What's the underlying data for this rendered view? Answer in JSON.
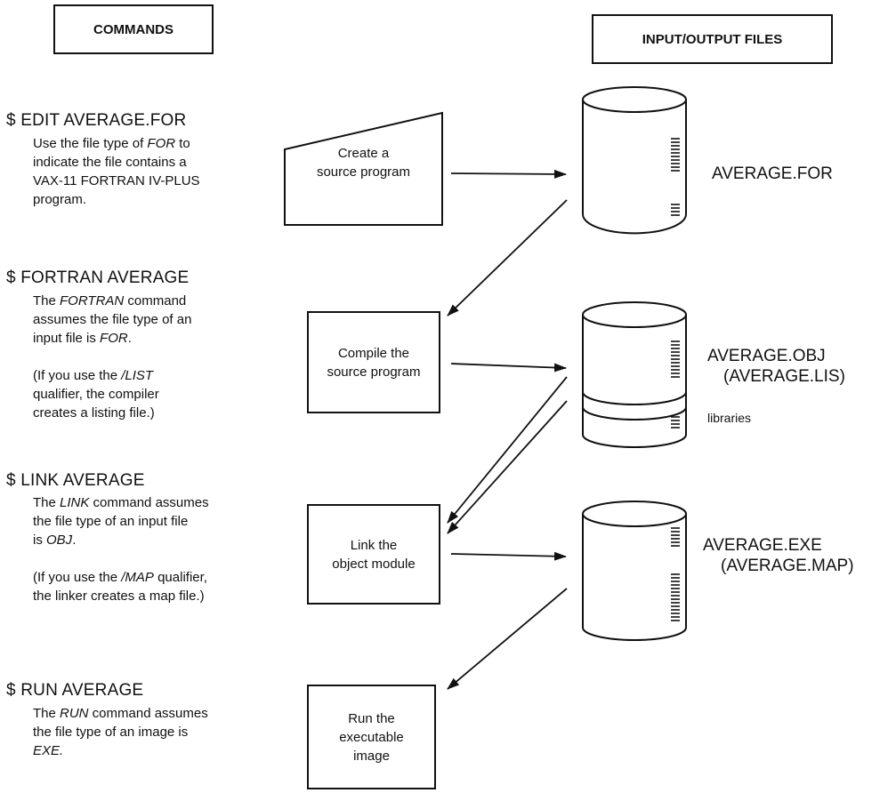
{
  "headers": {
    "commands": "COMMANDS",
    "files": "INPUT/OUTPUT FILES"
  },
  "steps": [
    {
      "command": "$ EDIT AVERAGE.FOR",
      "desc": [
        [
          "Use the file type of ",
          "FOR",
          " to"
        ],
        [
          "indicate the file contains a"
        ],
        [
          "VAX-11 FORTRAN IV-PLUS"
        ],
        [
          "program."
        ]
      ],
      "process": [
        "Create a",
        "source program"
      ]
    },
    {
      "command": "$ FORTRAN AVERAGE",
      "desc": [
        [
          "The ",
          "FORTRAN",
          " command"
        ],
        [
          "assumes the file type of an"
        ],
        [
          "input file is ",
          "FOR",
          "."
        ],
        [
          ""
        ],
        [
          "(If you use the ",
          "/LIST",
          ""
        ],
        [
          "qualifier, the compiler"
        ],
        [
          "creates a listing file.)"
        ]
      ],
      "process": [
        "Compile the",
        "source program"
      ]
    },
    {
      "command": "$ LINK AVERAGE",
      "desc": [
        [
          "The ",
          "LINK",
          " command assumes"
        ],
        [
          "the file type of an input file"
        ],
        [
          "is ",
          "OBJ",
          "."
        ],
        [
          ""
        ],
        [
          "(If you use the ",
          "/MAP",
          " qualifier,"
        ],
        [
          "the linker creates a map file.)"
        ]
      ],
      "process": [
        "Link the",
        "object module"
      ]
    },
    {
      "command": "$ RUN AVERAGE",
      "desc": [
        [
          "The ",
          "RUN",
          " command assumes"
        ],
        [
          "the file type of an image is"
        ],
        [
          "EXE",
          "."
        ]
      ],
      "process": [
        "Run the",
        "executable",
        "image"
      ]
    }
  ],
  "files": [
    {
      "lines": [
        "AVERAGE.FOR"
      ]
    },
    {
      "lines": [
        "AVERAGE.OBJ",
        "(AVERAGE.LIS)"
      ],
      "sublabel": "libraries"
    },
    {
      "lines": [
        "AVERAGE.EXE",
        "(AVERAGE.MAP)"
      ]
    }
  ]
}
